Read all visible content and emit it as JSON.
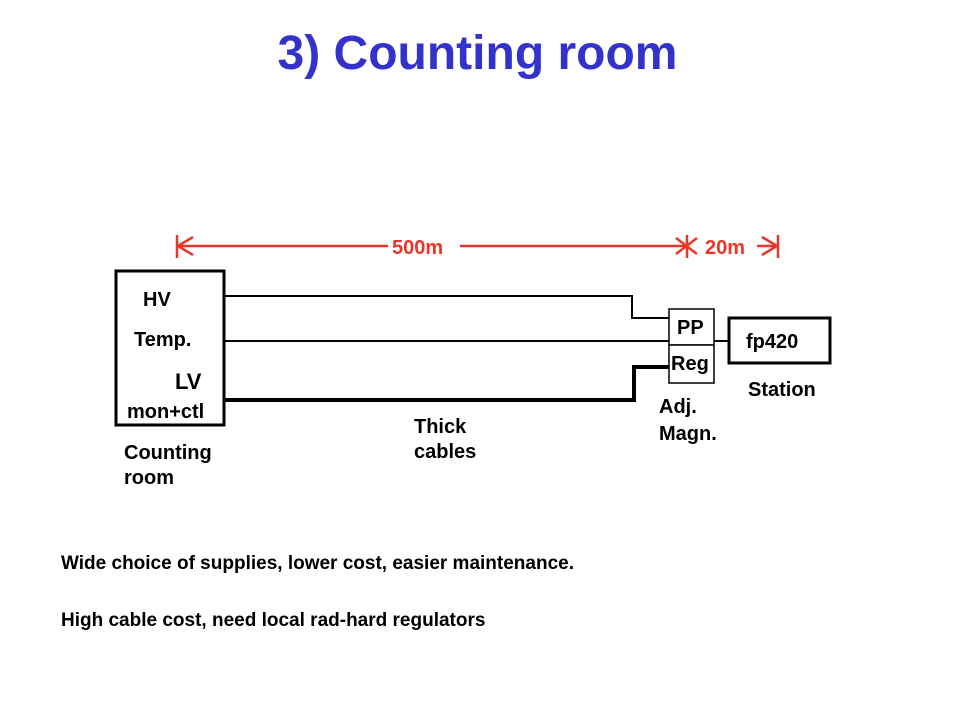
{
  "page": {
    "title": "3) Counting room"
  },
  "diagram": {
    "dimension_long": "500m",
    "dimension_short": "20m",
    "counting_box_labels": [
      "HV",
      "Temp.",
      "LV",
      "mon+ctl"
    ],
    "counting_room_caption": [
      "Counting",
      "room"
    ],
    "cable_caption": [
      "Thick",
      "cables"
    ],
    "pp_label": "PP",
    "reg_label": "Reg",
    "adj_caption": [
      "Adj.",
      "Magn."
    ],
    "station_box_label": "fp420",
    "station_caption": "Station"
  },
  "notes": {
    "pros": "Wide choice of supplies, lower cost, easier maintenance.",
    "cons": "High cable cost, need local rad-hard regulators"
  }
}
